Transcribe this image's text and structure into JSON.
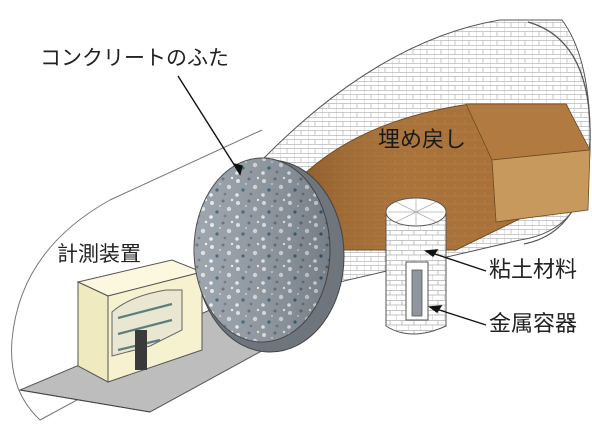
{
  "labels": {
    "concrete_lid": "コンクリートのふた",
    "backfill": "埋め戻し",
    "measurement": "計測装置",
    "clay": "粘土材料",
    "metal_container": "金属容器"
  },
  "colors": {
    "backfill": "#a8723a",
    "concrete": "#8d96a0",
    "floor": "#bdbdbd",
    "instrument_box": "#f6f2cf",
    "clay_block": "#ffffff",
    "metal_container": "#9aa0a6",
    "grid_line": "#b5b5b5",
    "outline": "#444444"
  },
  "icons": [
    "arrow-icon"
  ]
}
